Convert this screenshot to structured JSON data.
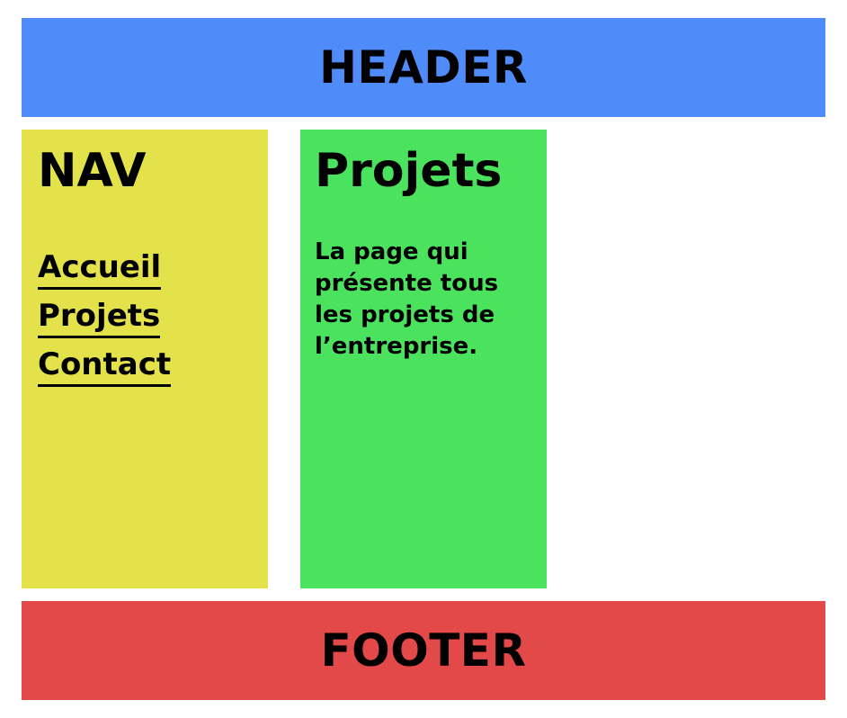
{
  "header": {
    "title": "HEADER"
  },
  "nav": {
    "title": "NAV",
    "links": [
      {
        "label": "Accueil"
      },
      {
        "label": "Projets"
      },
      {
        "label": "Contact"
      }
    ]
  },
  "main": {
    "title": "Projets",
    "description": "La page qui présente tous les projets de l’entreprise."
  },
  "footer": {
    "title": "FOOTER"
  },
  "colors": {
    "header_bg": "#4f8bf9",
    "nav_bg": "#e3e24a",
    "main_bg": "#4be35e",
    "footer_bg": "#e44949"
  }
}
